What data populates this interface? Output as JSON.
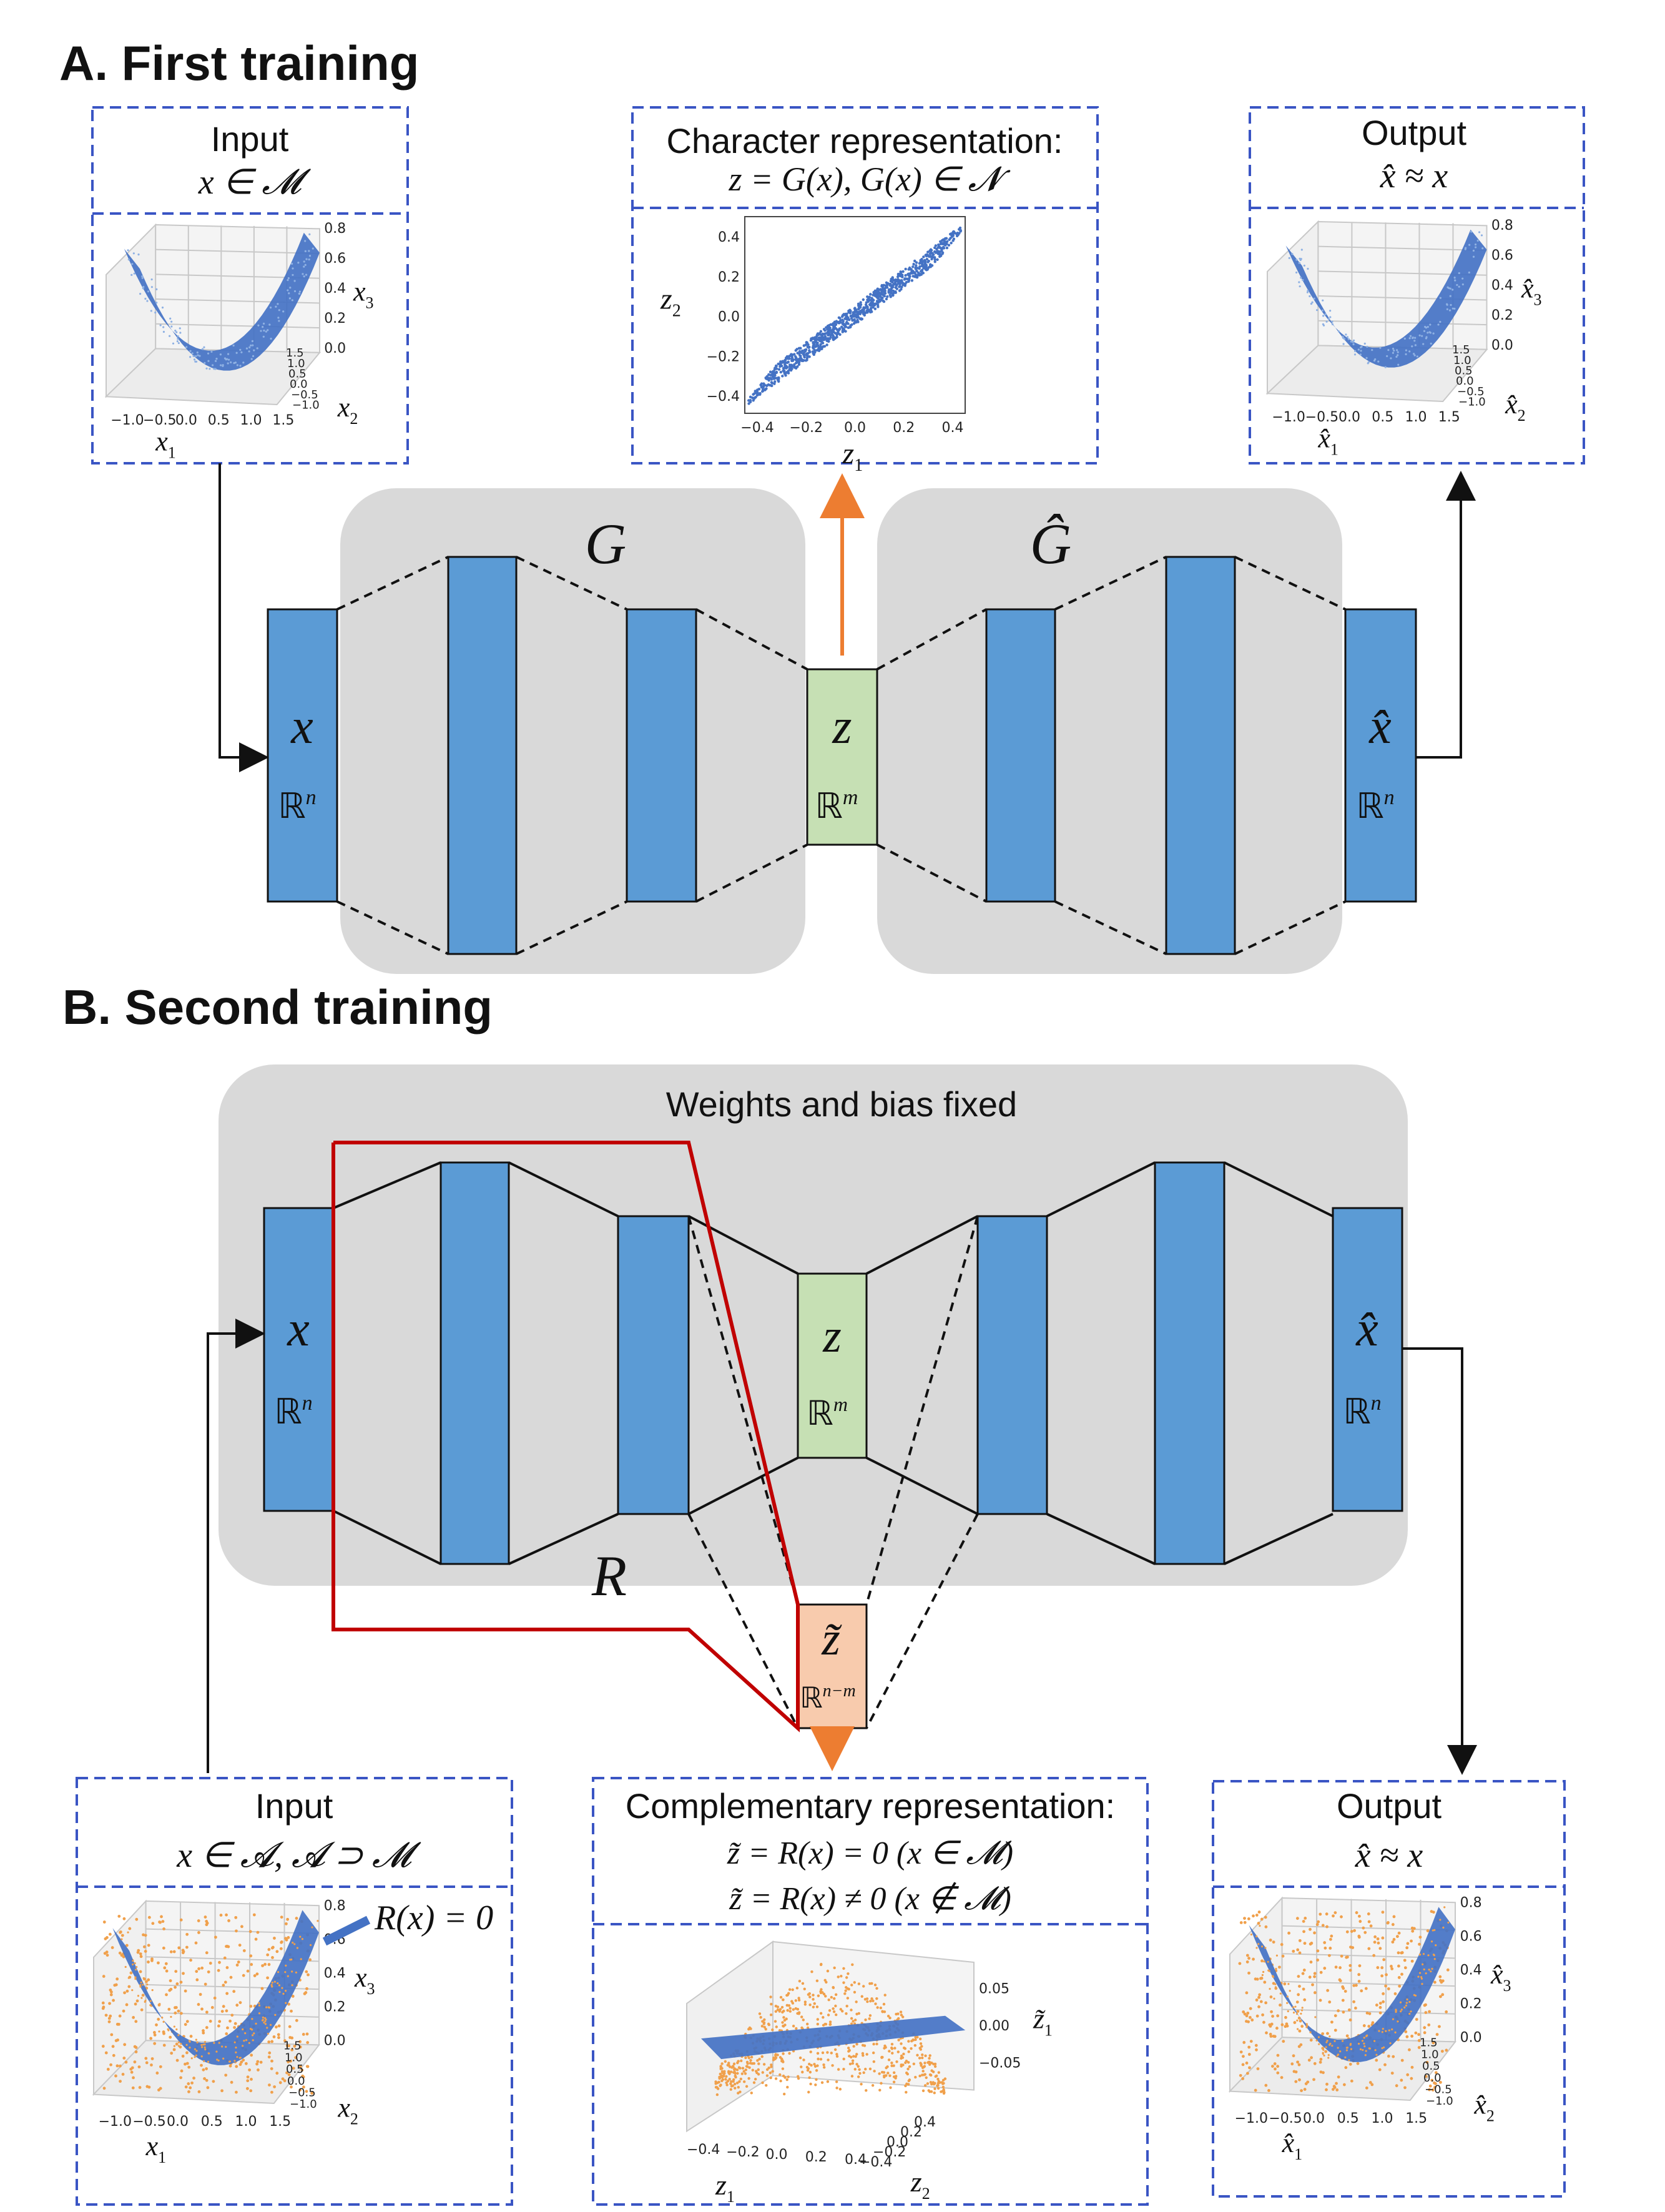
{
  "sectionA": {
    "title": "A. First training",
    "input": {
      "label": "Input",
      "formula": "x ∈ 𝓜"
    },
    "character": {
      "label": "Character representation:",
      "formula": "z = G(x), G(x) ∈ 𝓝"
    },
    "output": {
      "label": "Output",
      "formula": "x̂ ≈ x"
    },
    "encoder_label": "G",
    "decoder_label": "Ĝ",
    "layers": {
      "x": "x",
      "xhat": "x̂",
      "z": "z",
      "rn": "ℝ",
      "rn_sup": "n",
      "rm": "ℝ",
      "rm_sup": "m"
    },
    "plot3d_input": {
      "xticks": [
        "−1.0",
        "−0.5",
        "0.0",
        "0.5",
        "1.0",
        "1.5"
      ],
      "zticks": [
        "0.8",
        "0.6",
        "0.4",
        "0.2",
        "0.0"
      ],
      "yticks": [
        "1.5",
        "1.0",
        "0.5",
        "0.0",
        "−0.5",
        "−1.0"
      ],
      "xlabel": "x",
      "xlabel_sub": "1",
      "ylabel": "x",
      "ylabel_sub": "2",
      "zlabel": "x",
      "zlabel_sub": "3"
    },
    "plot3d_output": {
      "xlabel": "x̂",
      "xlabel_sub": "1",
      "ylabel": "x̂",
      "ylabel_sub": "2",
      "zlabel": "x̂",
      "zlabel_sub": "3"
    },
    "plot2d": {
      "xticks": [
        "−0.4",
        "−0.2",
        "0.0",
        "0.2",
        "0.4"
      ],
      "yticks": [
        "0.4",
        "0.2",
        "0.0",
        "−0.2",
        "−0.4"
      ],
      "xlabel": "z",
      "xlabel_sub": "1",
      "ylabel": "z",
      "ylabel_sub": "2"
    }
  },
  "sectionB": {
    "title": "B. Second training",
    "fixed_label": "Weights and bias fixed",
    "r_label": "R",
    "ztilde": "z̃",
    "rnm_sup": "n−m",
    "input": {
      "label": "Input",
      "formula": "x ∈ 𝓐, 𝓐 ⊃ 𝓜"
    },
    "complementary": {
      "label": "Complementary representation:",
      "line1": "z̃ = R(x) = 0  (x ∈ 𝓜)",
      "line2": "z̃ = R(x) ≠ 0  (x ∉ 𝓜)"
    },
    "output": {
      "label": "Output",
      "formula": "x̂ ≈ x"
    },
    "r_annotation": "R(x) = 0",
    "plot3d_comp": {
      "xticks": [
        "−0.4",
        "−0.2",
        "0.0",
        "0.2",
        "0.4"
      ],
      "yticks": [
        "−0.4",
        "−0.2",
        "0.0",
        "0.2",
        "0.4"
      ],
      "zticks": [
        "0.05",
        "0.00",
        "−0.05"
      ],
      "xlabel": "z",
      "xlabel_sub": "1",
      "ylabel": "z",
      "ylabel_sub": "2",
      "zlabel": "z̃",
      "zlabel_sub": "1"
    }
  },
  "colors": {
    "layer_blue": "#5b9bd5",
    "z_green": "#c6e0b4",
    "ztilde_orange": "#f8cbad",
    "orange_arrow": "#ed7d31",
    "red_outline": "#c00000",
    "panel_gray": "#d9d9d9",
    "dash_blue": "#3a55c4",
    "scatter_blue": "#4472c4",
    "scatter_orange": "#f0a04b"
  }
}
